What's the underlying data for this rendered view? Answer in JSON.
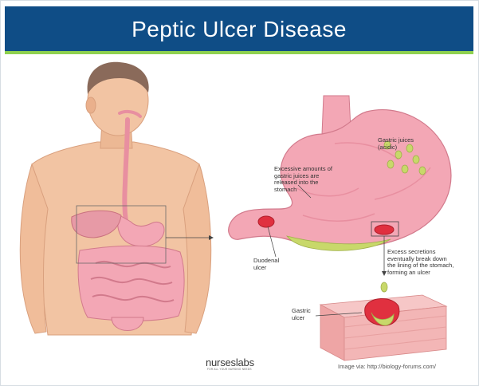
{
  "header": {
    "title": "Peptic Ulcer Disease",
    "bg_color": "#0f4d86",
    "accent_color": "#8fd14f"
  },
  "labels": {
    "gastric_juices": "Gastric juices\n(acidic)",
    "excessive": "Excessive amounts of\ngastric juices are\nreleased into the\nstomach",
    "duodenal": "Duodenal\nulcer",
    "excess_secretions": "Excess secretions\neventually break down\nthe lining of the stomach,\nforming an ulcer",
    "gastric_ulcer": "Gastric\nulcer"
  },
  "logo": {
    "text": "nurseslabs",
    "tagline": "FOR ALL YOUR NURSING NEEDS"
  },
  "credit": "Image via: http://biology-forums.com/",
  "colors": {
    "skin": "#f2c4a3",
    "organ": "#f3a7b5",
    "ulcer": "#e0303f",
    "acid": "#c8d86a"
  }
}
